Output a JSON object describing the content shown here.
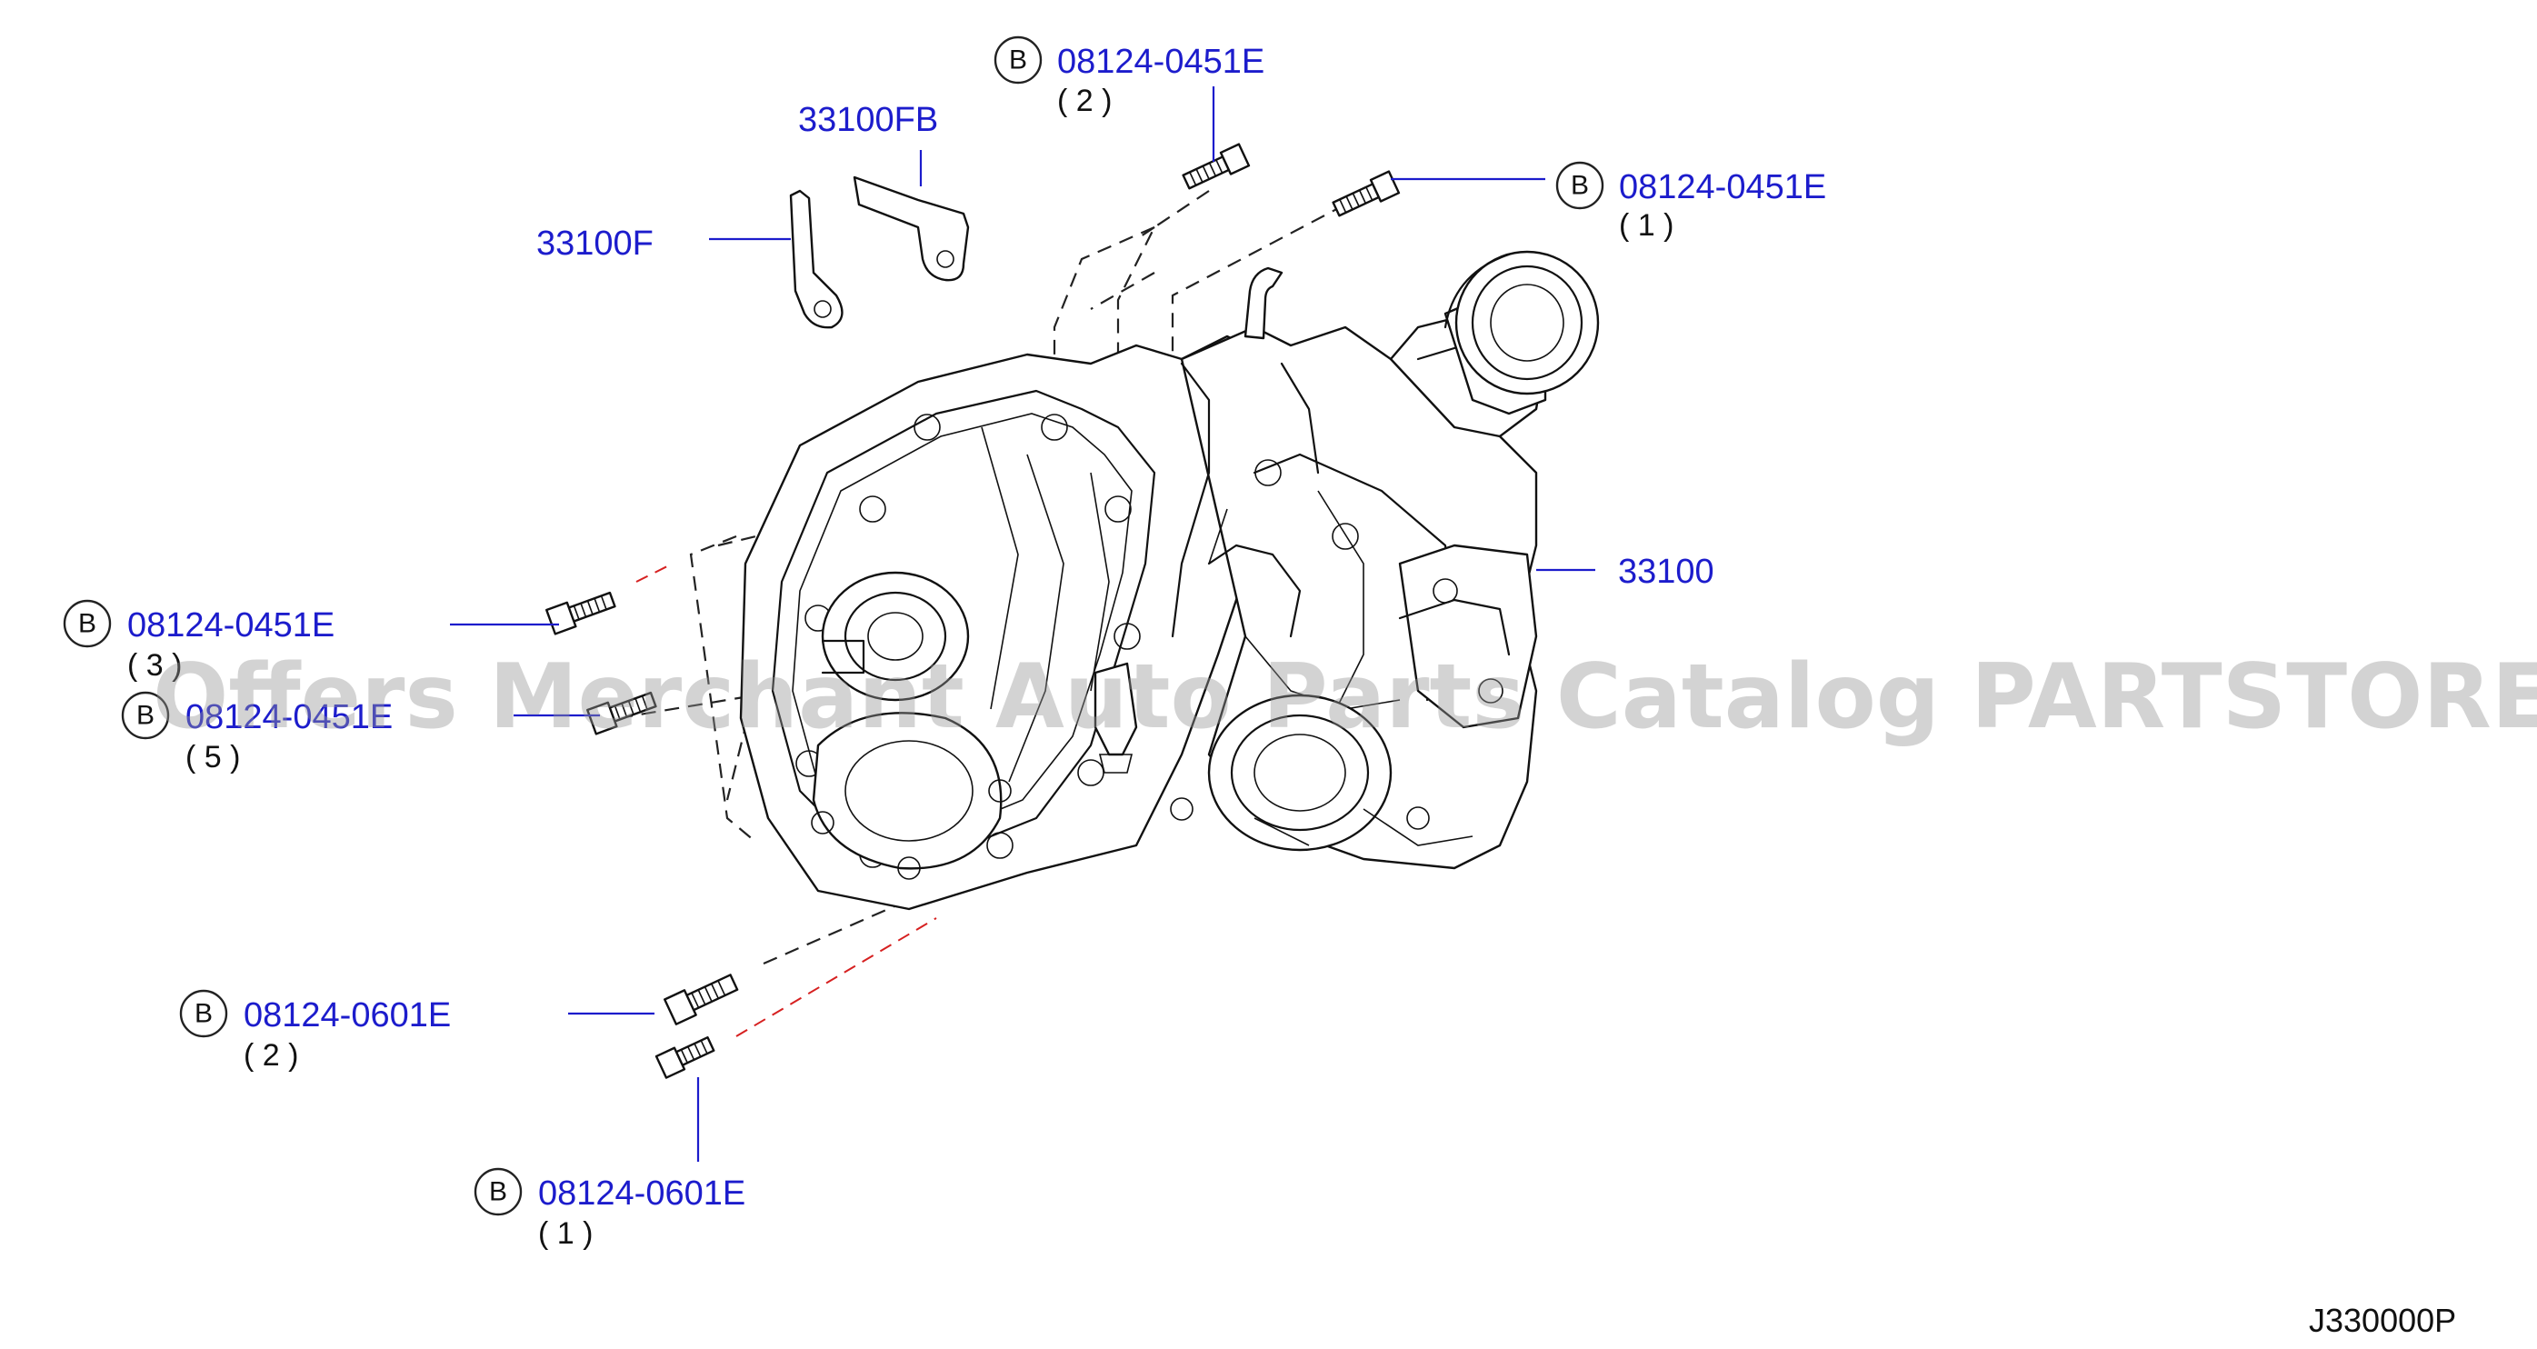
{
  "callouts": [
    {
      "letter": "B",
      "number": "08124-0451E",
      "qty": "( 2 )"
    },
    {
      "letter": "B",
      "number": "08124-0451E",
      "qty": "( 1 )"
    },
    {
      "letter": "B",
      "number": "08124-0451E",
      "qty": "( 3 )"
    },
    {
      "letter": "B",
      "number": "08124-0451E",
      "qty": "( 5 )"
    },
    {
      "letter": "B",
      "number": "08124-0601E",
      "qty": "( 2 )"
    },
    {
      "letter": "B",
      "number": "08124-0601E",
      "qty": "( 1 )"
    }
  ],
  "parts": {
    "bracket_fb": "33100FB",
    "bracket_f": "33100F",
    "transfer": "33100"
  },
  "watermark": "Offers Merchant Auto Parts Catalog PARTSTORE.SA",
  "diagram_ref": "J330000P"
}
